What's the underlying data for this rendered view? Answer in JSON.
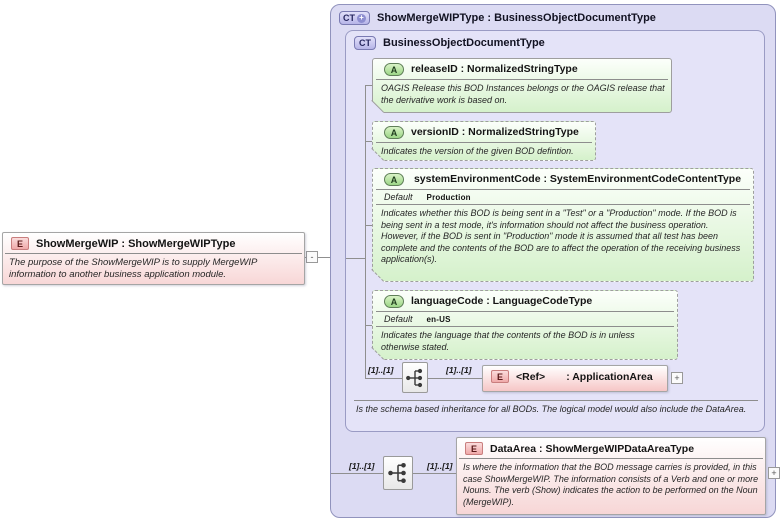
{
  "badges": {
    "e": "E",
    "a": "A",
    "ct": "CT",
    "plus": "+",
    "minus": "-"
  },
  "root_element": {
    "title": "ShowMergeWIP : ShowMergeWIPType",
    "annotation": "The purpose of the ShowMergeWIP is to supply MergeWIP information to another business application module."
  },
  "outer_type": {
    "title": "ShowMergeWIPType : BusinessObjectDocumentType"
  },
  "base_type": {
    "title": "BusinessObjectDocumentType",
    "footer_annotation": "Is the schema based inheritance for all BODs. The logical model would also include the DataArea."
  },
  "labels": {
    "default": "Default"
  },
  "attributes": [
    {
      "name": "releaseID : NormalizedStringType",
      "annotation": "OAGIS Release this BOD Instances belongs or the OAGIS release that the derivative work is based on."
    },
    {
      "name": "versionID : NormalizedStringType",
      "annotation": "Indicates the version of the given BOD defintion."
    },
    {
      "name": "systemEnvironmentCode : SystemEnvironmentCodeContentType",
      "default": "Production",
      "annotation": "Indicates whether this BOD is being sent in a \"Test\" or a \"Production\" mode. If the BOD is being sent in a test mode, it's information should not affect the business operation. However, if the BOD is sent in \"Production\" mode it is assumed that all test has been complete and the contents of the BOD are to affect the operation of the receiving business application(s)."
    },
    {
      "name": "languageCode : LanguageCodeType",
      "default": "en-US",
      "annotation": "Indicates the language that the contents of the BOD is in unless otherwise stated."
    }
  ],
  "sequence1": {
    "cardinality_left": "[1]..[1]",
    "cardinality_right": "[1]..[1]",
    "ref_name": "<Ref>",
    "ref_type": ": ApplicationArea"
  },
  "sequence2": {
    "cardinality_left": "[1]..[1]",
    "cardinality_right": "[1]..[1]"
  },
  "data_area": {
    "title": "DataArea : ShowMergeWIPDataAreaType",
    "annotation": "Is where the information that the BOD message carries is provided, in this case ShowMergeWIP. The information consists of a Verb and one or more Nouns. The verb (Show) indicates the action to be performed on the Noun (MergeWIP)."
  }
}
